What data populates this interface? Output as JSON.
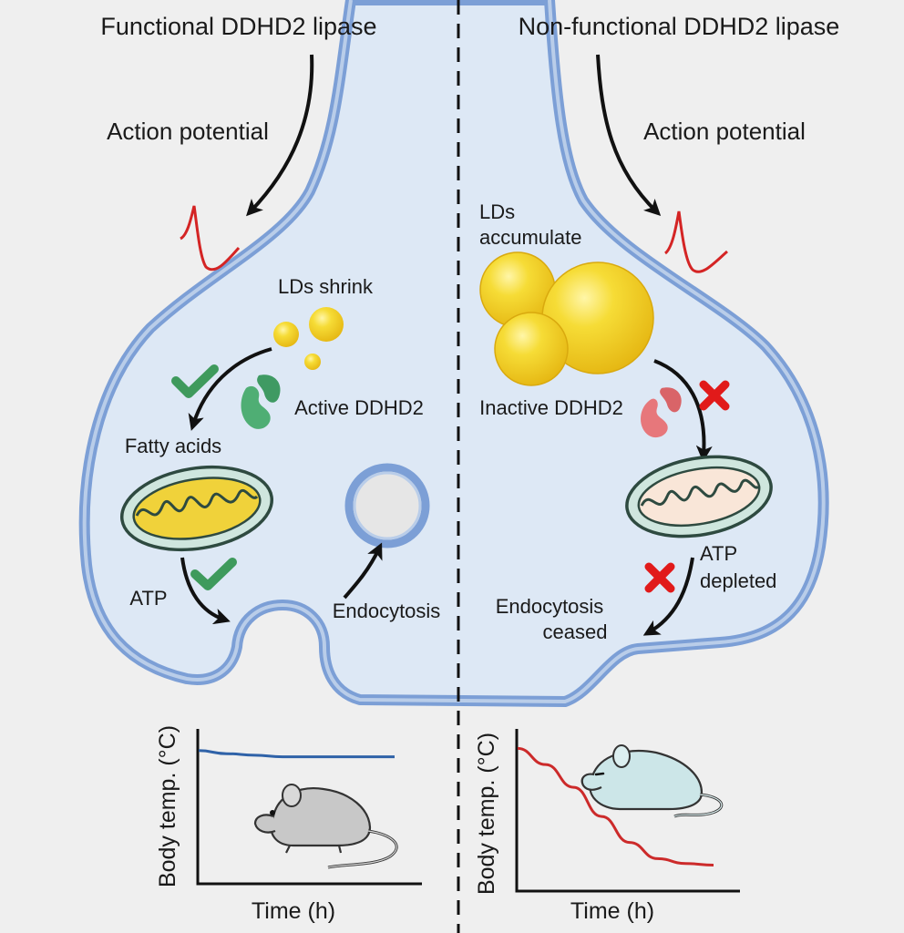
{
  "panels": {
    "left": {
      "title": "Functional DDHD2 lipase",
      "action_potential": "Action potential",
      "lds_label": "LDs shrink",
      "enzyme_label": "Active DDHD2",
      "fatty_acids": "Fatty acids",
      "atp": "ATP",
      "endocytosis": "Endocytosis",
      "plot": {
        "ylabel": "Body temp. (°C)",
        "xlabel": "Time (h)",
        "trend": "stable",
        "line_color": "#2f62a8",
        "values": [
          0.86,
          0.84,
          0.83,
          0.82,
          0.82,
          0.82,
          0.82,
          0.82
        ]
      }
    },
    "right": {
      "title": "Non-functional DDHD2 lipase",
      "action_potential": "Action potential",
      "lds_label_line1": "LDs",
      "lds_label_line2": "accumulate",
      "enzyme_label": "Inactive DDHD2",
      "atp_line1": "ATP",
      "atp_line2": "depleted",
      "endocytosis_line1": "Endocytosis",
      "endocytosis_line2": "ceased",
      "plot": {
        "ylabel": "Body temp. (°C)",
        "xlabel": "Time (h)",
        "trend": "decreasing",
        "line_color": "#cc2a2a",
        "values": [
          0.88,
          0.78,
          0.64,
          0.46,
          0.3,
          0.2,
          0.17,
          0.16
        ]
      }
    }
  },
  "colors": {
    "membrane": "#7c9fd6",
    "cytoplasm": "#dde8f5",
    "lipid_droplet": "#f2cd1e",
    "active_enzyme": "#4fae74",
    "inactive_enzyme": "#e7777b",
    "check": "#3e9a5c",
    "cross": "#e11a1a",
    "action_potential_trace": "#d42424"
  },
  "icons": [
    "check-icon",
    "cross-icon",
    "mouse-icon",
    "mitochondrion-icon",
    "vesicle-icon",
    "lipid-droplet-icon",
    "enzyme-icon"
  ]
}
